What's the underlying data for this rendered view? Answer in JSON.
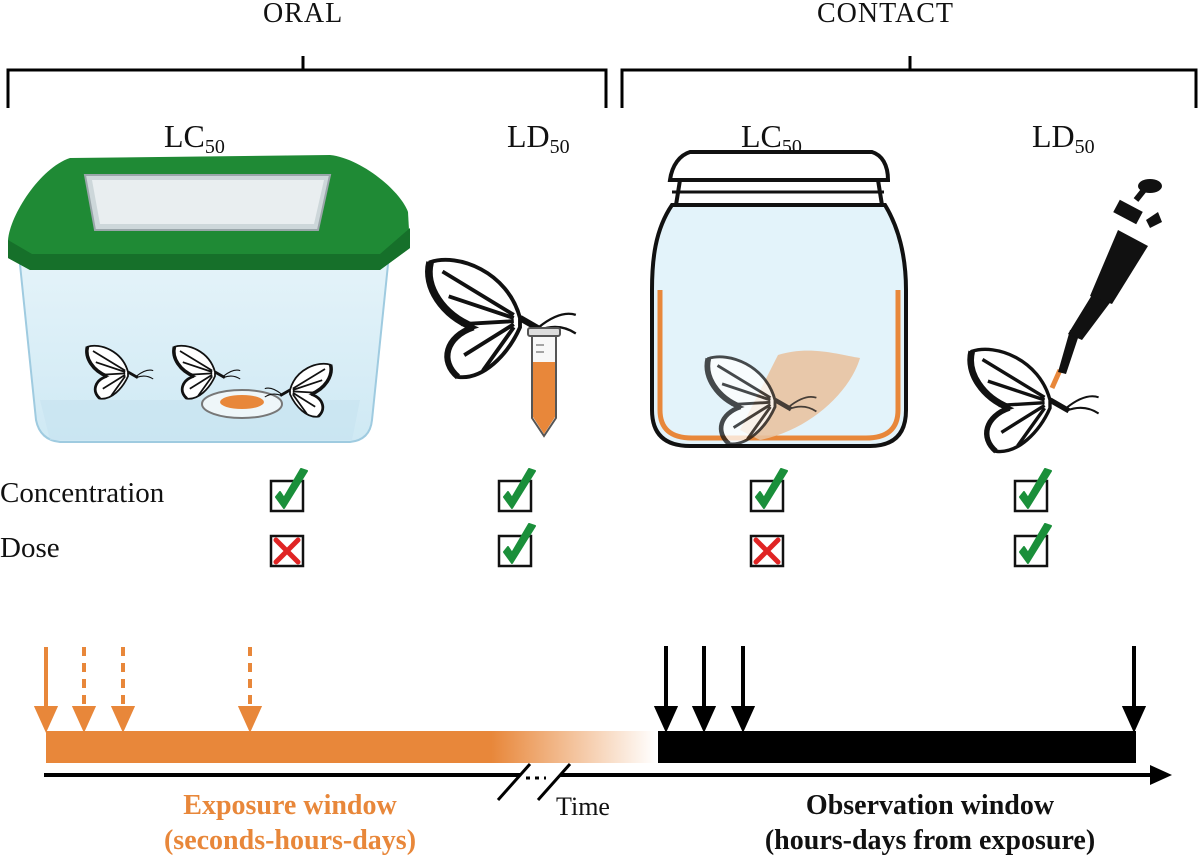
{
  "groups": {
    "oral": {
      "label": "ORAL"
    },
    "contact": {
      "label": "CONTACT"
    }
  },
  "metrics": {
    "lc50_oral": {
      "main": "LC",
      "sub": "50"
    },
    "ld50_oral": {
      "main": "LD",
      "sub": "50"
    },
    "lc50_contact": {
      "main": "LC",
      "sub": "50"
    },
    "ld50_contact": {
      "main": "LD",
      "sub": "50"
    }
  },
  "rows": {
    "concentration": "Concentration",
    "dose": "Dose"
  },
  "checks": {
    "concentration": [
      true,
      true,
      true,
      true
    ],
    "dose": [
      false,
      true,
      false,
      true
    ]
  },
  "timeline": {
    "time_label": "Time",
    "exposure_title": "Exposure window",
    "exposure_sub": "(seconds-hours-days)",
    "observation_title": "Observation window",
    "observation_sub": "(hours-days from exposure)"
  },
  "colors": {
    "accent_orange": "#e8873a",
    "lid_green": "#1f8a35",
    "check_green": "#1a8f3a",
    "cross_red": "#e02424",
    "container_blue": "#dff1f8"
  },
  "icons": {
    "check": "check-mark-icon",
    "cross": "cross-mark-icon",
    "butterfly": "monarch-butterfly-icon",
    "pipette": "pipette-icon"
  }
}
